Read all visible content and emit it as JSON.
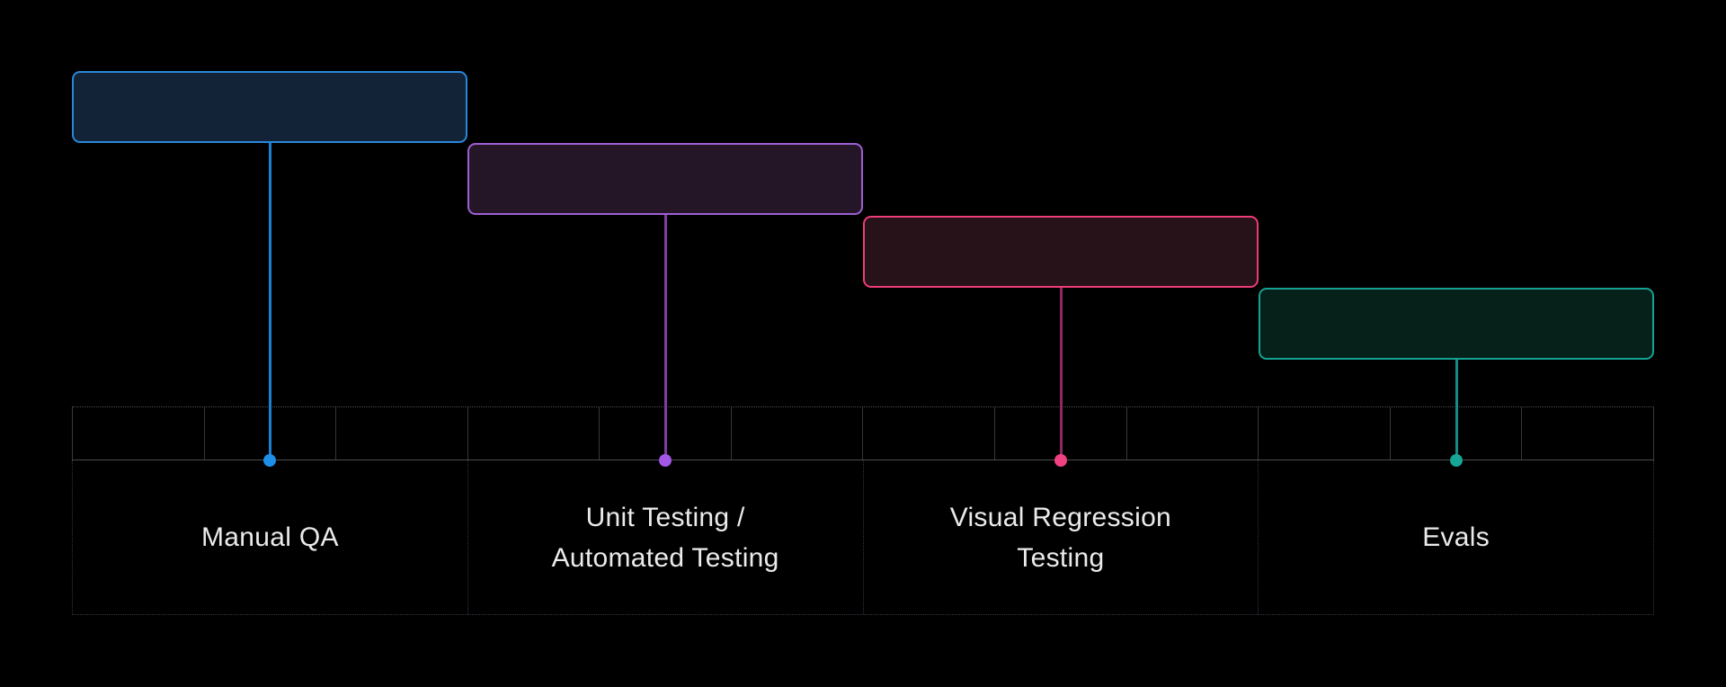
{
  "page": {
    "background": "#000000"
  },
  "diagram": {
    "type": "timeline-cascade",
    "stages": [
      {
        "name": "Manual QA",
        "lines": [
          "Manual QA"
        ],
        "colors": {
          "box_fill": "#122337",
          "box_border": "#2986d9",
          "connector": "#1b7fd4",
          "dot": "#1e8ee8"
        }
      },
      {
        "name": "Unit Testing / Automated Testing",
        "lines": [
          "Unit Testing /",
          "Automated Testing"
        ],
        "colors": {
          "box_fill": "#241627",
          "box_border": "#9d5fd2",
          "connector": "#7d3da1",
          "dot": "#a457e6"
        }
      },
      {
        "name": "Visual Regression Testing",
        "lines": [
          "Visual Regression",
          "Testing"
        ],
        "colors": {
          "box_fill": "#261218",
          "box_border": "#ee3b79",
          "connector": "#8e2960",
          "dot": "#f04183"
        }
      },
      {
        "name": "Evals",
        "lines": [
          "Evals"
        ],
        "colors": {
          "box_fill": "#06201a",
          "box_border": "#16a293",
          "connector": "#128d85",
          "dot": "#17a596"
        }
      }
    ],
    "timeline": {
      "sections": 4,
      "ticks_per_section": 3,
      "colors": {
        "strip_top_border": "#4c4c4c",
        "strip_side": "#3b3b3b",
        "tick_divider": "#373737",
        "baseline": "#4b4b4b",
        "label_divider": "#3e2d47",
        "label_bottom": "#3c3444",
        "label_text": "#ebebeb"
      }
    }
  }
}
